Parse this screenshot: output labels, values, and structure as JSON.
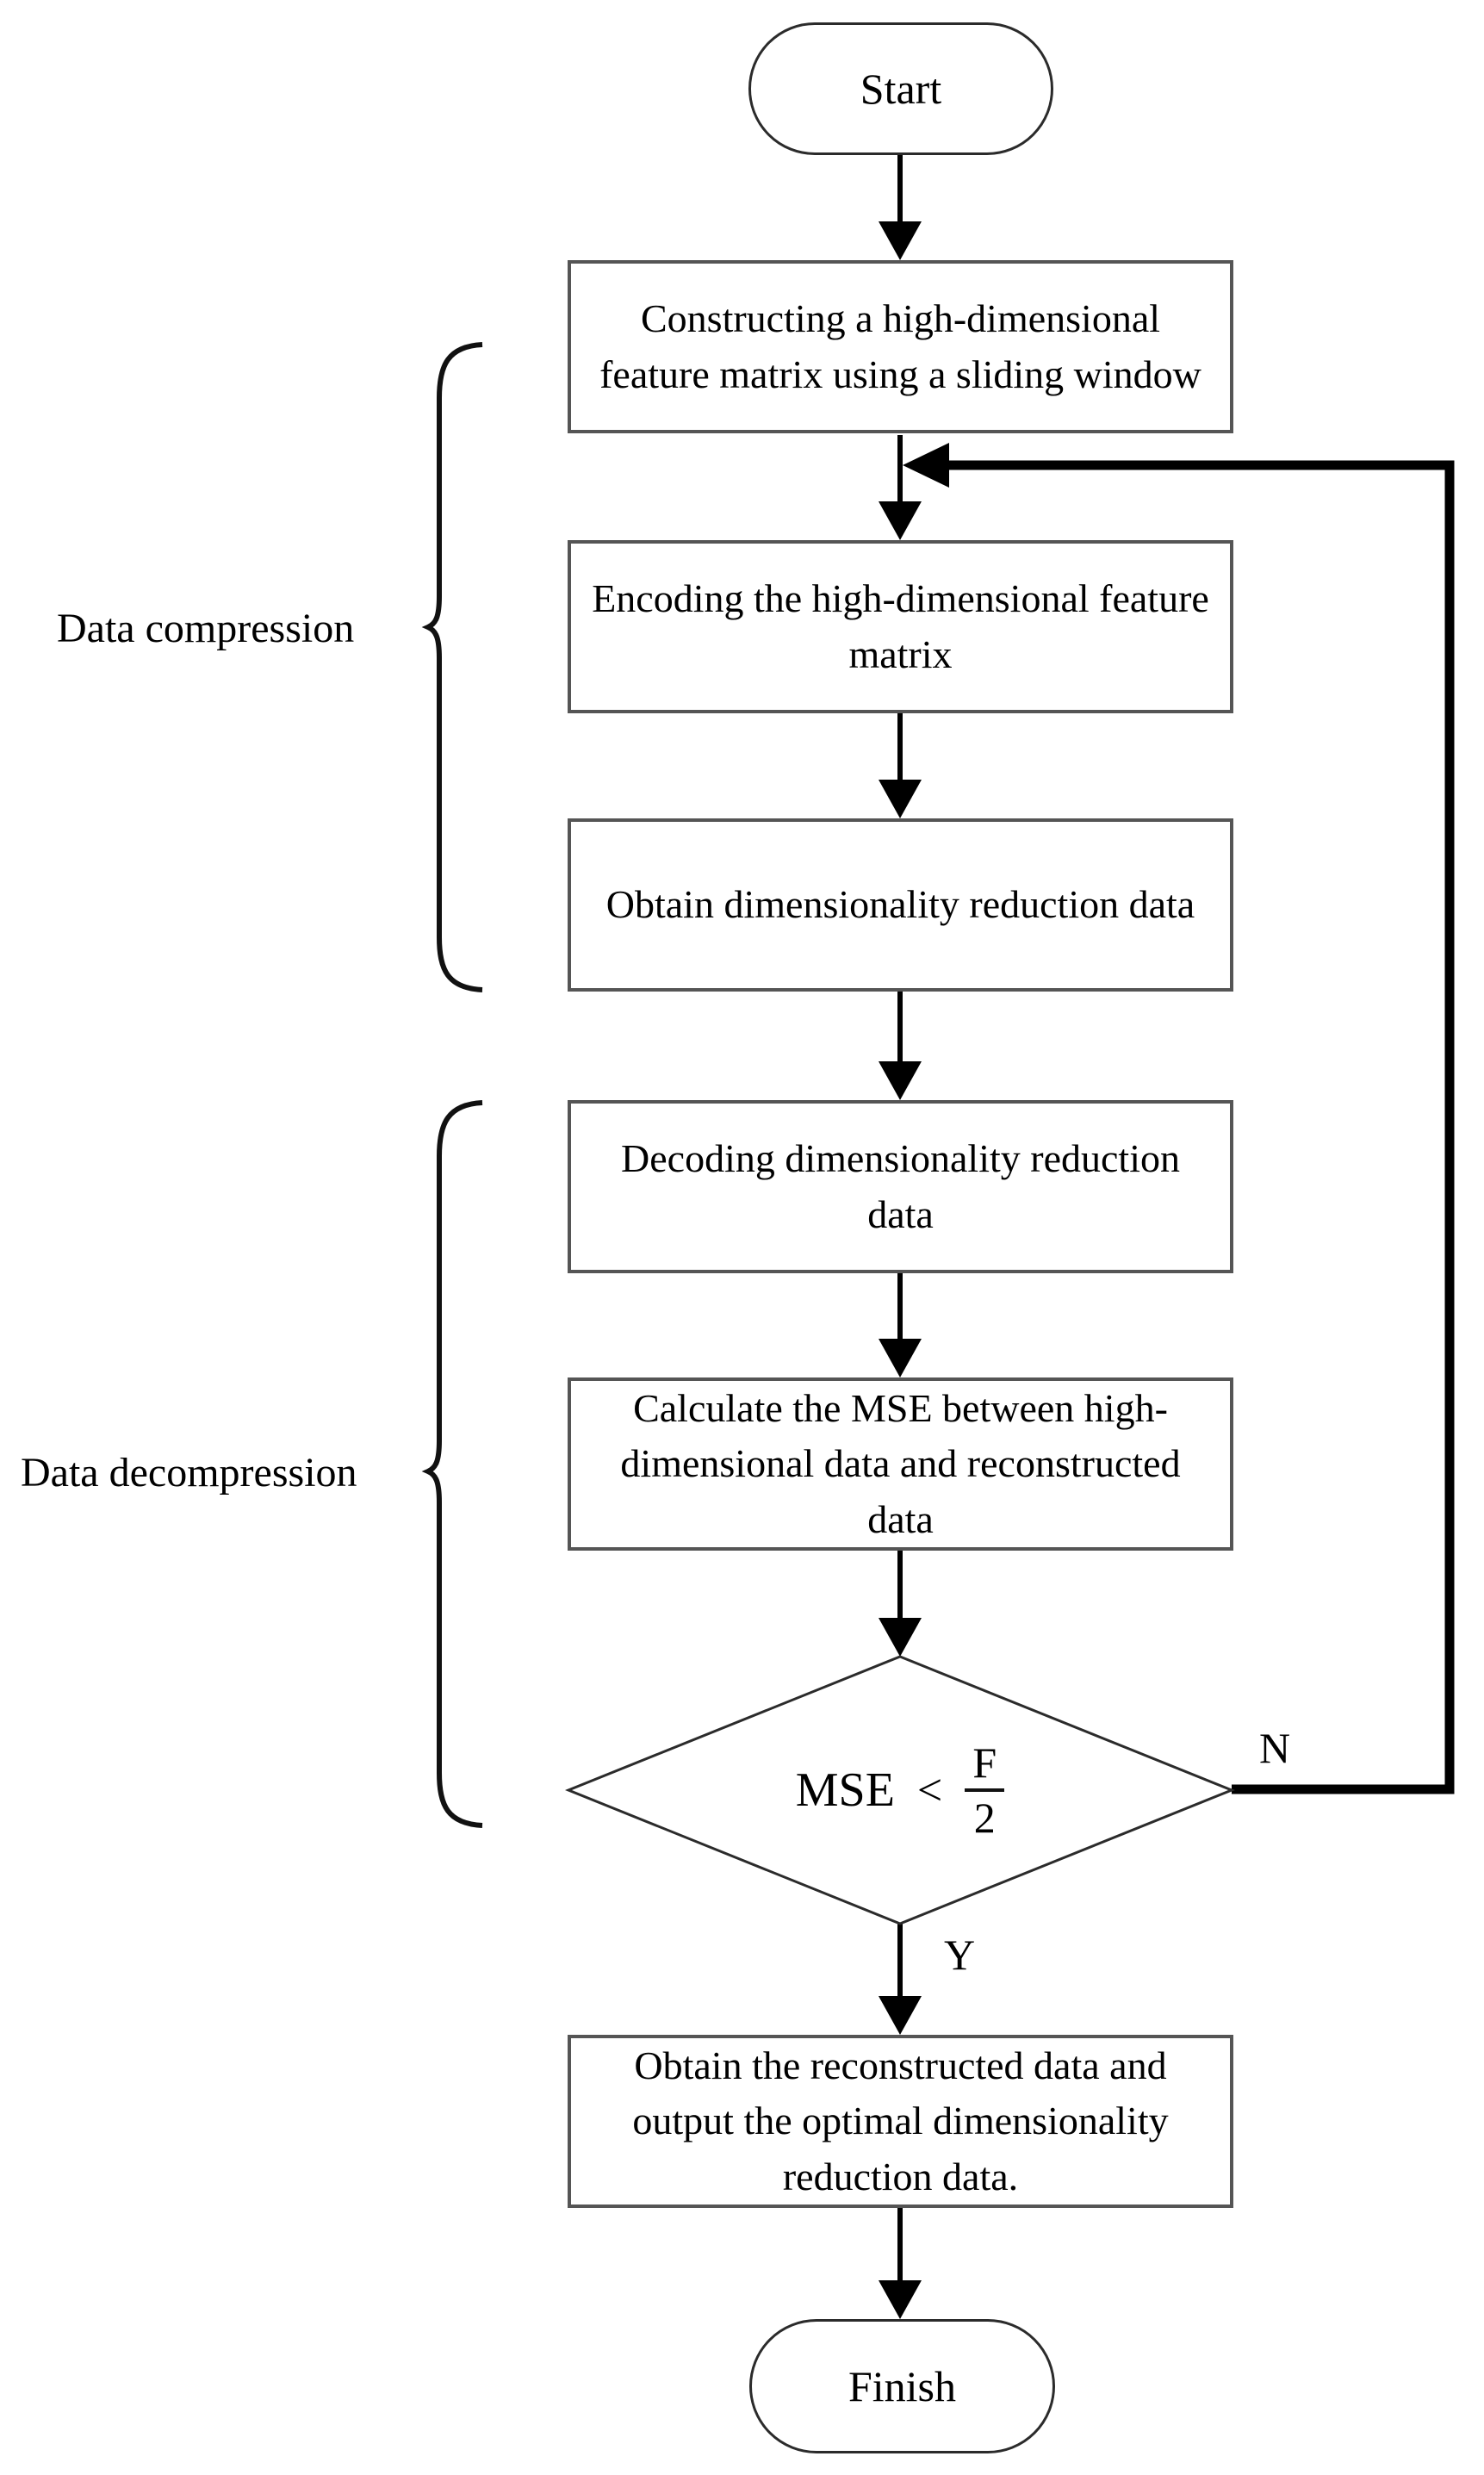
{
  "diagram": {
    "title_hint": "flowchart of data compression and decompression with MSE check",
    "nodes": {
      "start": {
        "label": "Start"
      },
      "construct": {
        "label": "Constructing a high-dimensional feature matrix using a sliding window"
      },
      "encode": {
        "label": "Encoding the high-dimensional feature matrix"
      },
      "obtain": {
        "label": "Obtain dimensionality reduction data"
      },
      "decode": {
        "label": "Decoding dimensionality reduction data"
      },
      "msecalc": {
        "label": "Calculate the MSE between high-dimensional data and reconstructed data"
      },
      "decision": {
        "lhs": "MSE",
        "op": "<",
        "numerator": "F",
        "denominator": "2"
      },
      "output": {
        "label": "Obtain the reconstructed data and output the optimal dimensionality reduction data."
      },
      "finish": {
        "label": "Finish"
      }
    },
    "edge_labels": {
      "no": "N",
      "yes": "Y"
    },
    "group_labels": {
      "compression": "Data compression",
      "decompression": "Data decompression"
    },
    "colors": {
      "background": "#ffffff",
      "line": "#000000",
      "box_border": "#555555",
      "shape_border": "#2b2b2b",
      "text": "#000000"
    }
  }
}
